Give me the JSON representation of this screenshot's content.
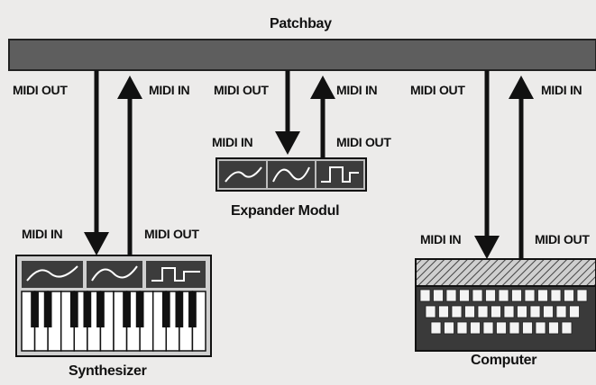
{
  "diagram": {
    "patchbay": {
      "title": "Patchbay"
    },
    "ports": {
      "synth_out_top": "MIDI OUT",
      "synth_in_top": "MIDI IN",
      "expander_out_top": "MIDI OUT",
      "expander_in_top": "MIDI IN",
      "computer_out_top": "MIDI OUT",
      "computer_in_top": "MIDI IN",
      "expander_in": "MIDI IN",
      "expander_out": "MIDI OUT",
      "synth_in": "MIDI IN",
      "synth_out": "MIDI OUT",
      "computer_in": "MIDI IN",
      "computer_out": "MIDI OUT"
    },
    "devices": {
      "expander": "Expander Modul",
      "synthesizer": "Synthesizer",
      "computer": "Computer"
    }
  },
  "colors": {
    "background": "#ecebea",
    "ink": "#111111",
    "bar": "#5e5e5e"
  }
}
